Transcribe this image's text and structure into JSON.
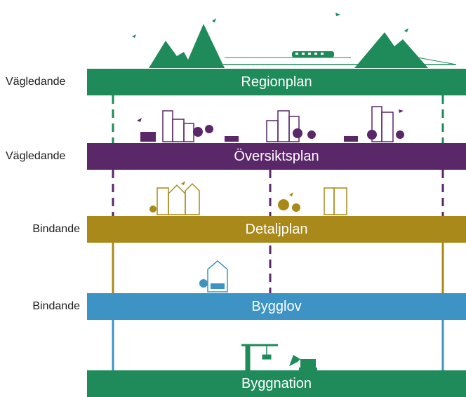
{
  "levels": [
    {
      "label": "Vägledande",
      "band": "Regionplan",
      "color": "#1f8a5a"
    },
    {
      "label": "Vägledande",
      "band": "Översiktsplan",
      "color": "#5a2769"
    },
    {
      "label": "Bindande",
      "band": "Detaljplan",
      "color": "#a8891a"
    },
    {
      "label": "Bindande",
      "band": "Bygglov",
      "color": "#3d93c4"
    },
    {
      "label": "",
      "band": "Byggnation",
      "color": "#1f8a5a"
    }
  ],
  "icons": {
    "mountains": "mountain-landscape-icon",
    "train": "train-icon",
    "birds": "bird-icon",
    "houses": "house-icon",
    "crane": "crane-icon",
    "excavator": "excavator-icon"
  }
}
